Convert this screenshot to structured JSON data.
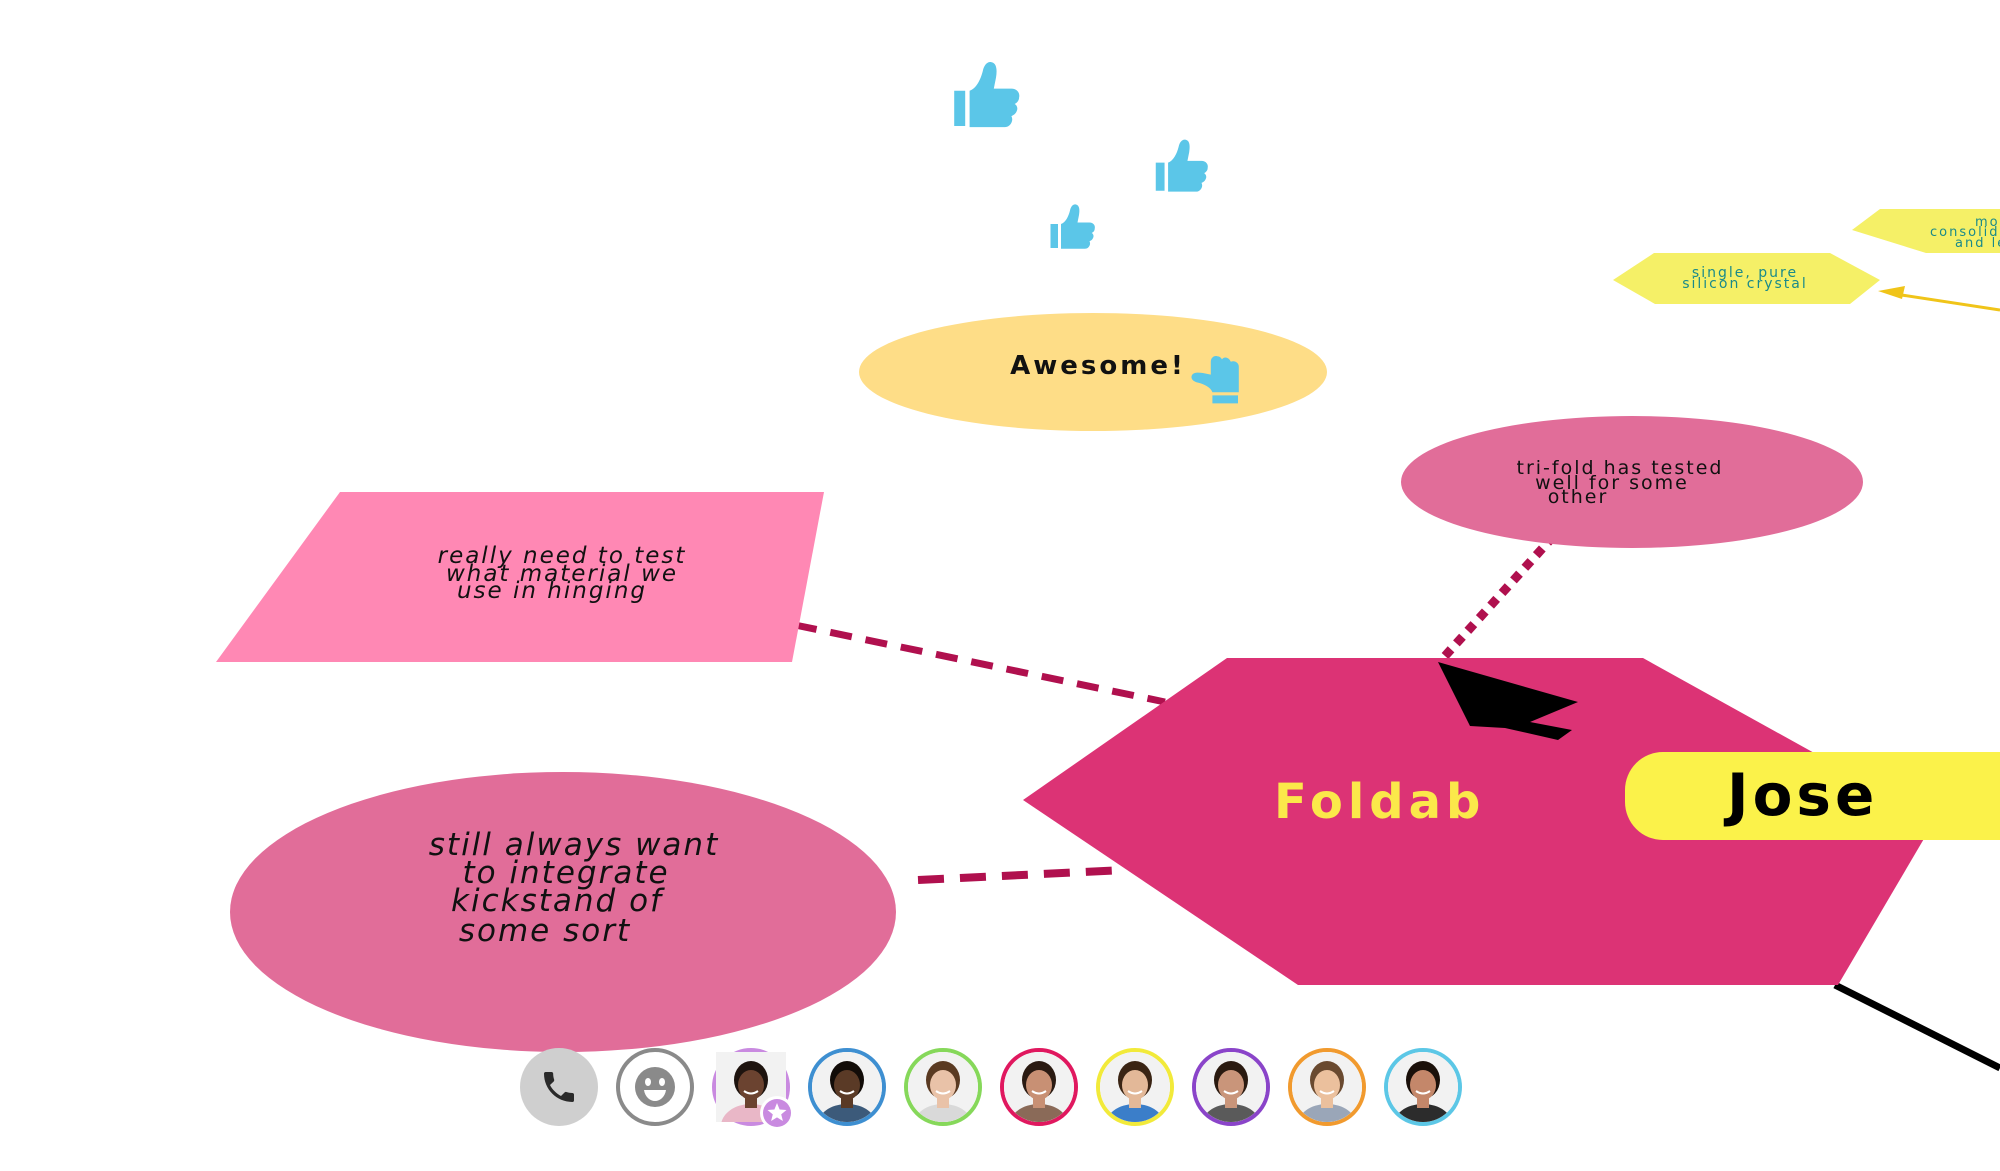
{
  "canvas": {
    "nodes": {
      "hinging_note": {
        "text_lines": [
          "really need to test",
          "what material we",
          "use in hinging"
        ],
        "color": "#ff88b4"
      },
      "kickstand_note": {
        "text_lines": [
          "still always want",
          "to integrate",
          "kickstand of",
          "some sort"
        ],
        "color": "#e16d99"
      },
      "awesome_note": {
        "text": "Awesome!",
        "color": "#fedd87"
      },
      "trifold_note": {
        "text_lines": [
          "tri-fold has tested",
          "well for some",
          "other"
        ],
        "color": "#e16d99"
      },
      "central_hex": {
        "text": "Foldab",
        "color": "#dc3375",
        "text_color": "#fbe84a"
      },
      "silicon_note": {
        "text_lines": [
          "single, pure",
          "silicon crystal"
        ],
        "color": "#f5f067",
        "text_color": "#1a8a8a"
      },
      "top_right_note": {
        "text_lines": [
          "most",
          "consolid",
          "and le"
        ],
        "color": "#f5f067",
        "text_color": "#1a8a8a"
      }
    },
    "user_cursor_label": {
      "text": "Jose",
      "color": "#fbf24a"
    },
    "reactions": [
      "thumbs-up-icon",
      "thumbs-up-icon",
      "thumbs-up-icon",
      "thumbs-up-icon"
    ],
    "reaction_color": "#5bc6e8",
    "connector_color": "#b0104e"
  },
  "dock": {
    "buttons": [
      "phone-icon",
      "emoji-icon"
    ],
    "avatars": [
      {
        "ring": "#c98ae0",
        "skin": "#6b4330",
        "hair": "#1e140f",
        "shirt": "#e9b7c7",
        "host": true
      },
      {
        "ring": "#3e8fd1",
        "skin": "#5a3a26",
        "hair": "#120c08",
        "shirt": "#3c5a7a",
        "host": false
      },
      {
        "ring": "#86d85a",
        "skin": "#e9c2a8",
        "hair": "#5a3a22",
        "shirt": "#d9d9d9",
        "host": false
      },
      {
        "ring": "#e0185f",
        "skin": "#c89074",
        "hair": "#2a1a12",
        "shirt": "#8a6a58",
        "host": false
      },
      {
        "ring": "#f2ea3a",
        "skin": "#e3b898",
        "hair": "#3a2414",
        "shirt": "#3b7ec9",
        "host": false
      },
      {
        "ring": "#8a44c9",
        "skin": "#c9957a",
        "hair": "#2a1a10",
        "shirt": "#5a5a5a",
        "host": false
      },
      {
        "ring": "#f19a2e",
        "skin": "#ebc09d",
        "hair": "#6a4a30",
        "shirt": "#9aa6b8",
        "host": false
      },
      {
        "ring": "#5cc7e6",
        "skin": "#c4876a",
        "hair": "#1a100a",
        "shirt": "#2c2c2c",
        "host": false
      }
    ]
  }
}
